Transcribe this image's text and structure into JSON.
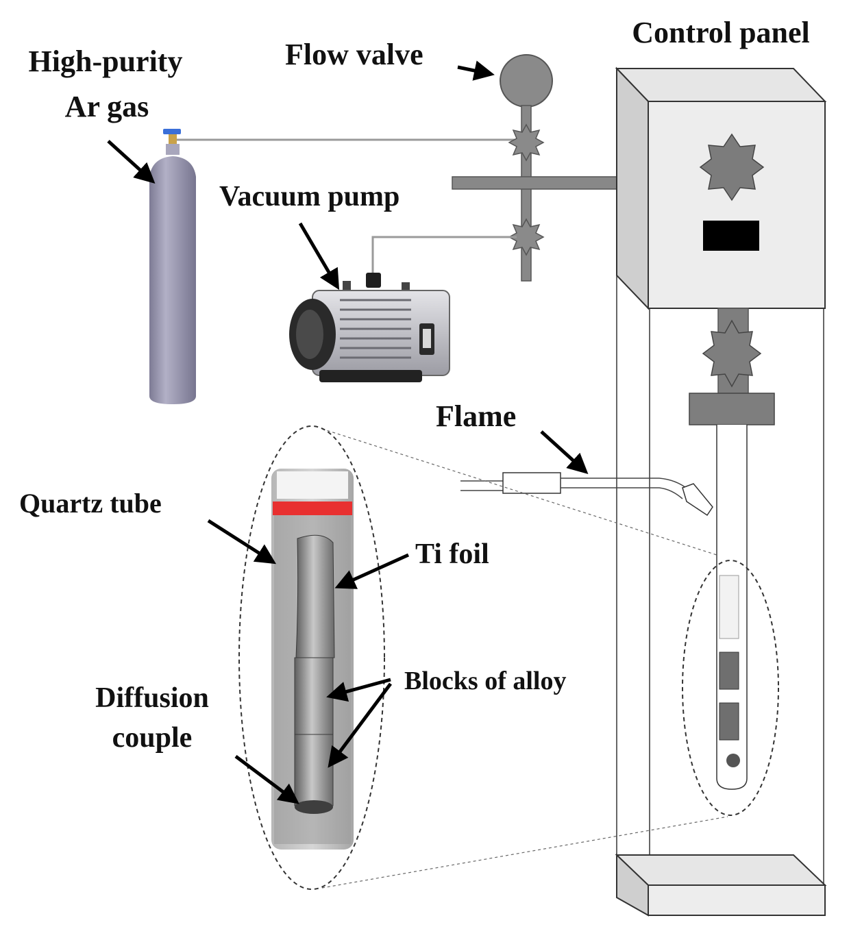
{
  "labels": {
    "gas_line1": "High-purity",
    "gas_line2": "Ar gas",
    "flow_valve": "Flow valve",
    "control_panel": "Control panel",
    "vacuum_pump": "Vacuum pump",
    "flame": "Flame",
    "quartz_tube": "Quartz tube",
    "ti_foil": "Ti foil",
    "blocks_of_alloy": "Blocks of alloy",
    "diffusion_line1": "Diffusion",
    "diffusion_line2": "couple"
  },
  "colors": {
    "cylinder": "#9a98b0",
    "valve_gray": "#8c8c8c",
    "panel_face": "#ececec",
    "panel_side": "#d4d4d4",
    "tube_band": "#e83030",
    "display": "#000000"
  },
  "icons": [
    "gas-cylinder-icon",
    "vacuum-pump-icon",
    "flow-valve-icon",
    "star-valve-icon",
    "torch-icon",
    "quartz-tube-photo"
  ]
}
